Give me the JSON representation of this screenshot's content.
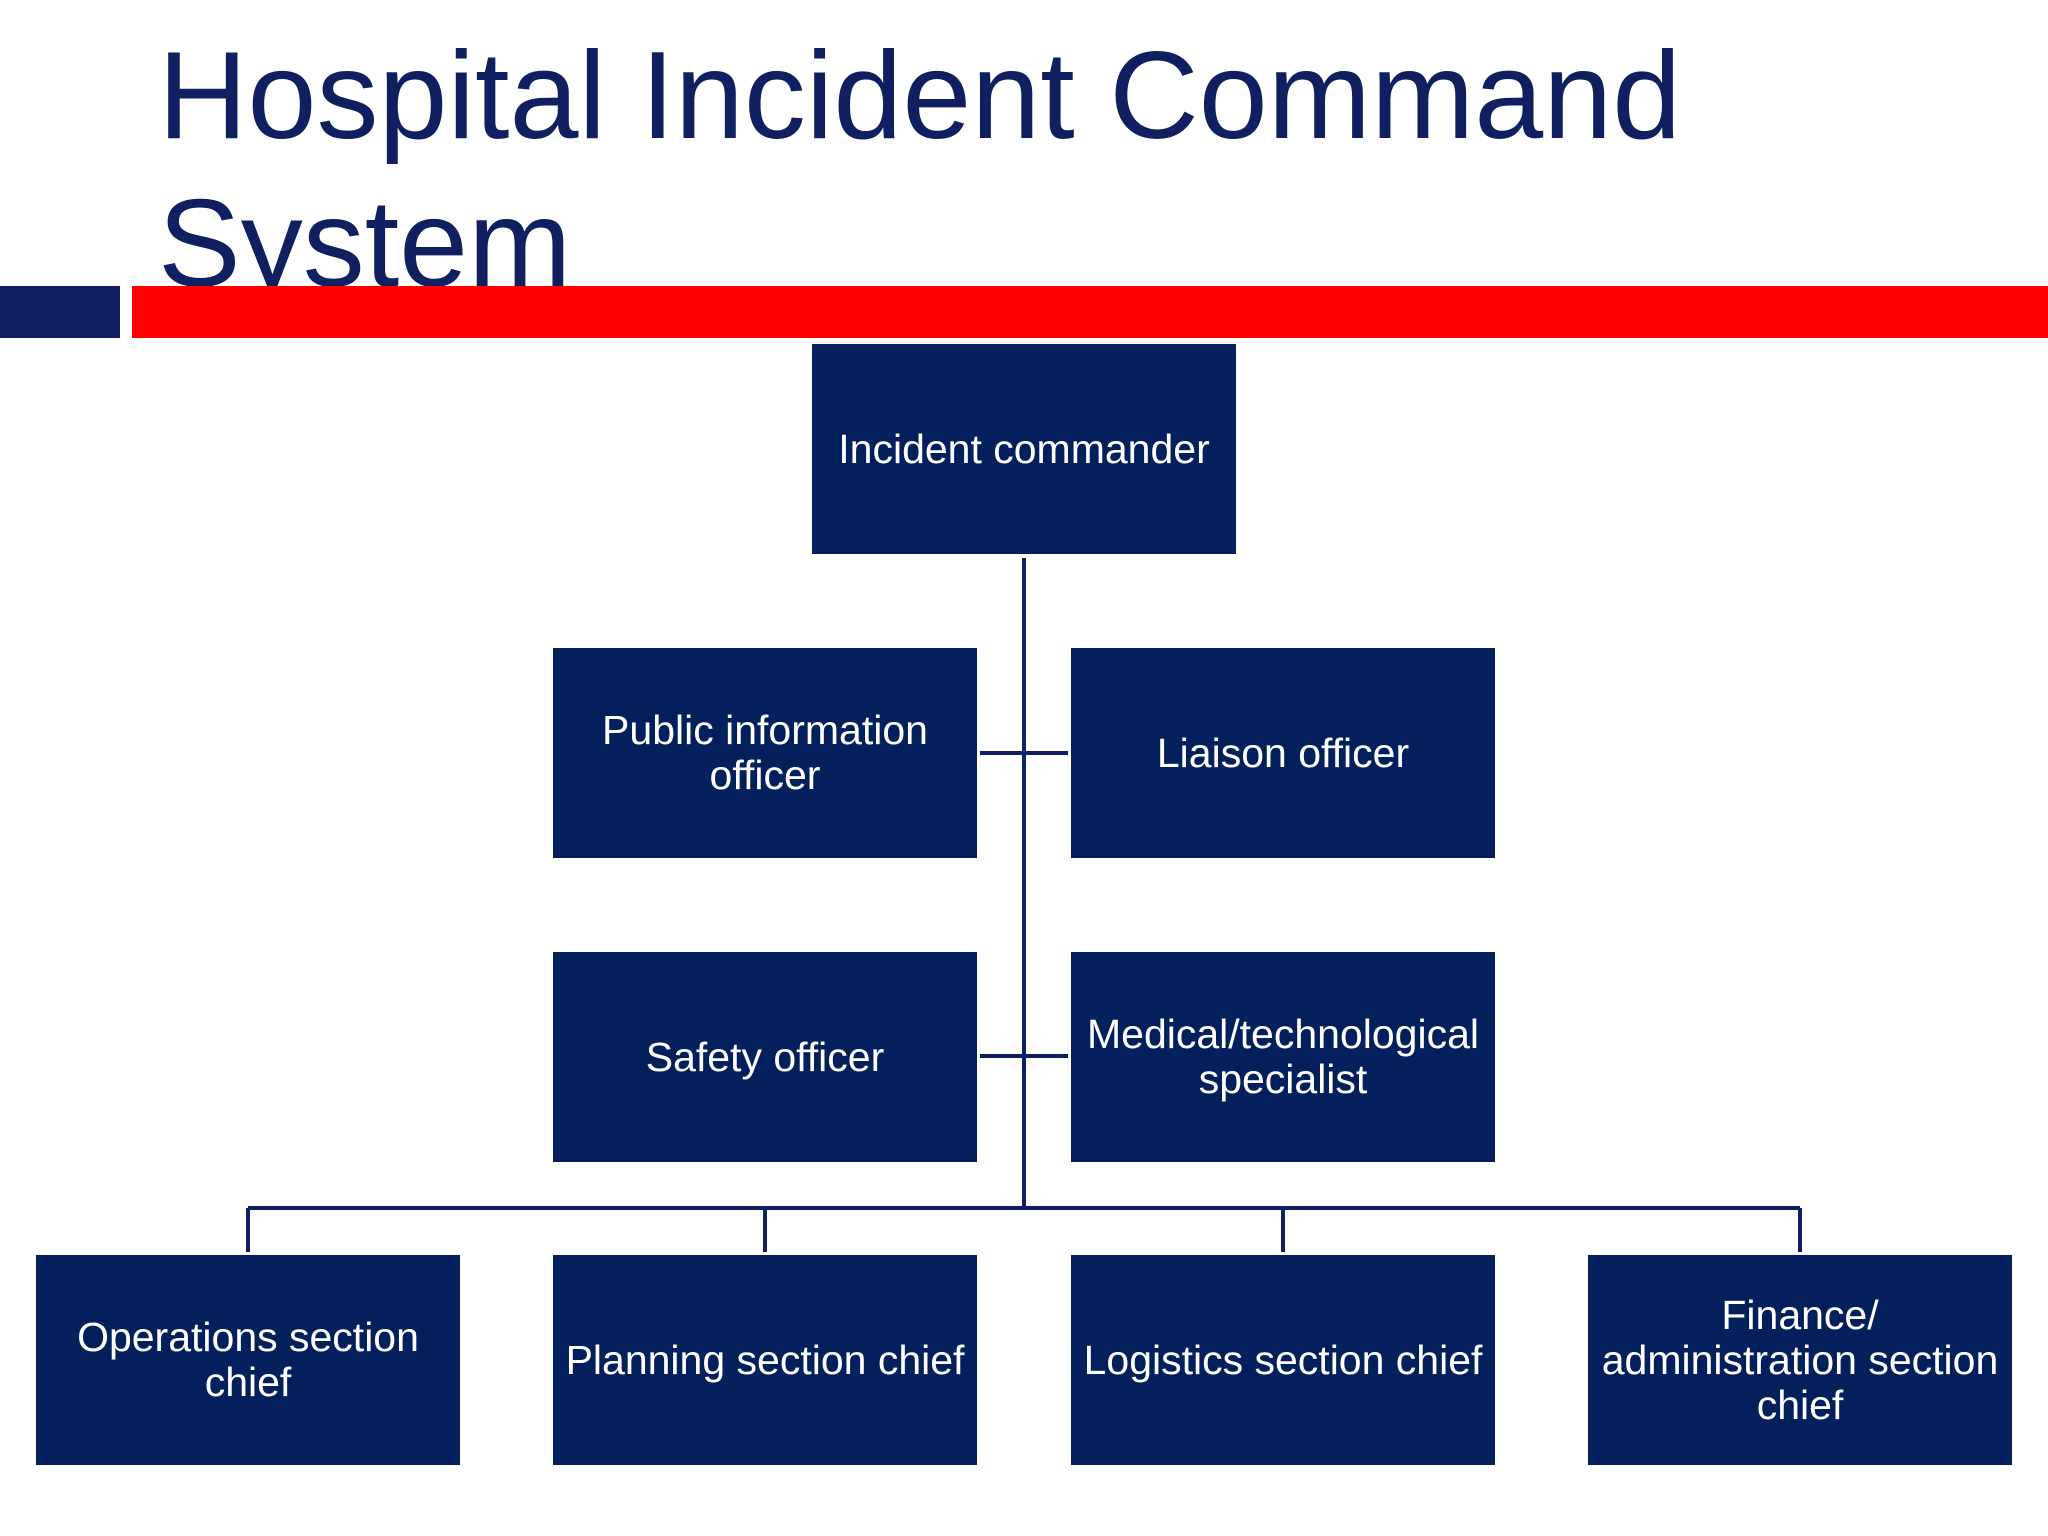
{
  "slide": {
    "title": "Hospital Incident Command System"
  },
  "colors": {
    "title": "#0f1f5f",
    "box_fill": "#04205c",
    "box_text": "#ffffff",
    "accent_red": "#ff0000",
    "accent_blue": "#0f1f5f",
    "connector": "#0f1f5f"
  },
  "org_chart": {
    "commander": "Incident commander",
    "command_staff": {
      "public_information": "Public information officer",
      "liaison": "Liaison officer",
      "safety": "Safety officer",
      "medical_technological": "Medical/technological specialist"
    },
    "sections": {
      "operations": "Operations section chief",
      "planning": "Planning section chief",
      "logistics": "Logistics section chief",
      "finance": "Finance/ administration section chief"
    }
  }
}
